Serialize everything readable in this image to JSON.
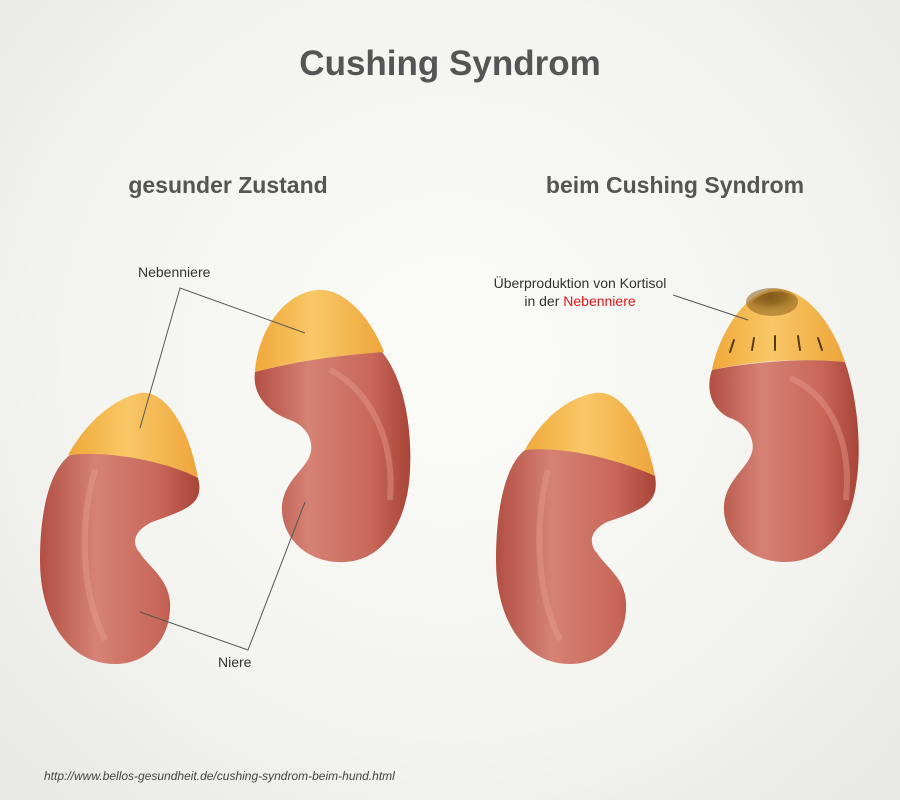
{
  "title": "Cushing Syndrom",
  "panels": {
    "left_title": "gesunder Zustand",
    "right_title": "beim Cushing Syndrom"
  },
  "labels": {
    "adrenal": "Nebenniere",
    "kidney": "Niere",
    "overproduction_line1": "Überproduktion von Kortisol",
    "overproduction_prefix": "in der ",
    "overproduction_highlight": "Nebenniere"
  },
  "source": "http://www.bellos-gesundheit.de/cushing-syndrom-beim-hund.html",
  "colors": {
    "kidney": "#c9685a",
    "adrenal": "#f3b545",
    "highlight": "#e5141b",
    "text": "#555555"
  }
}
